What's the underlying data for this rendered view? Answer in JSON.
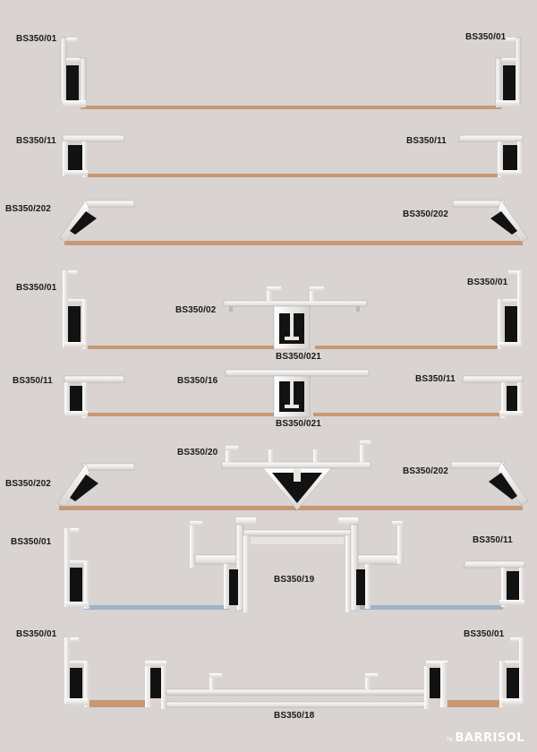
{
  "labels": {
    "r1_left": "BS350/01",
    "r1_right": "BS350/01",
    "r2_left": "BS350/11",
    "r2_right": "BS350/11",
    "r3_left": "BS350/202",
    "r3_right": "BS350/202",
    "r4_left": "BS350/01",
    "r4_center": "BS350/02",
    "r4_center_low": "BS350/021",
    "r4_right": "BS350/01",
    "r5_left": "BS350/11",
    "r5_center": "BS350/16",
    "r5_center_low": "BS350/021",
    "r5_right": "BS350/11",
    "r6_center": "BS350/20",
    "r6_left": "BS350/202",
    "r6_right": "BS350/202",
    "r7_left": "BS350/01",
    "r7_center": "BS350/19",
    "r7_right": "BS350/11",
    "r8_left": "BS350/01",
    "r8_right": "BS350/01",
    "r8_bottom": "BS350/18"
  },
  "brand": {
    "prefix": "le",
    "name": "BARRISOL"
  },
  "colors": {
    "background": "#d9d3d2",
    "profile": "#f2f1ef",
    "profile_shade": "#c9c5c2",
    "dark": "#121212",
    "membrane_tan": "#c79873",
    "membrane_blue": "#9fb2c7"
  }
}
